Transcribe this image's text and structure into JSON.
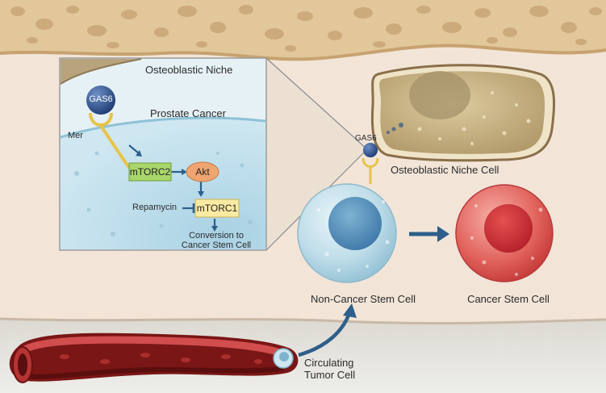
{
  "inset": {
    "niche_label": "Osteoblastic Niche",
    "ligand_label": "GAS6",
    "cancer_label": "Prostate Cancer",
    "receptor_label": "Mer",
    "pathway": {
      "mtorc2": "mTORC2",
      "akt": "Akt",
      "mtorc1": "mTORC1",
      "inhibitor": "Repamycin"
    },
    "outcome_line1": "Conversion to",
    "outcome_line2": "Cancer Stem Cell"
  },
  "scene": {
    "ligand_label": "GAS6",
    "niche_cell_label": "Osteoblastic Niche Cell",
    "non_csc_label": "Non-Cancer Stem Cell",
    "csc_label": "Cancer Stem Cell",
    "ctc_line1": "Circulating",
    "ctc_line2": "Tumor Cell"
  },
  "colors": {
    "bone": "#e2c79a",
    "tissue": "#f3e6da",
    "inset_bg": "#dceef5",
    "cancer_cell": "#b9dbe8",
    "mtorc2_box": "#a9d66a",
    "akt": "#f0a570",
    "mtorc1_box": "#fbeaa2",
    "arrow": "#2d5f8a",
    "csc": "#e25d5d",
    "vessel": "#9c2424"
  }
}
